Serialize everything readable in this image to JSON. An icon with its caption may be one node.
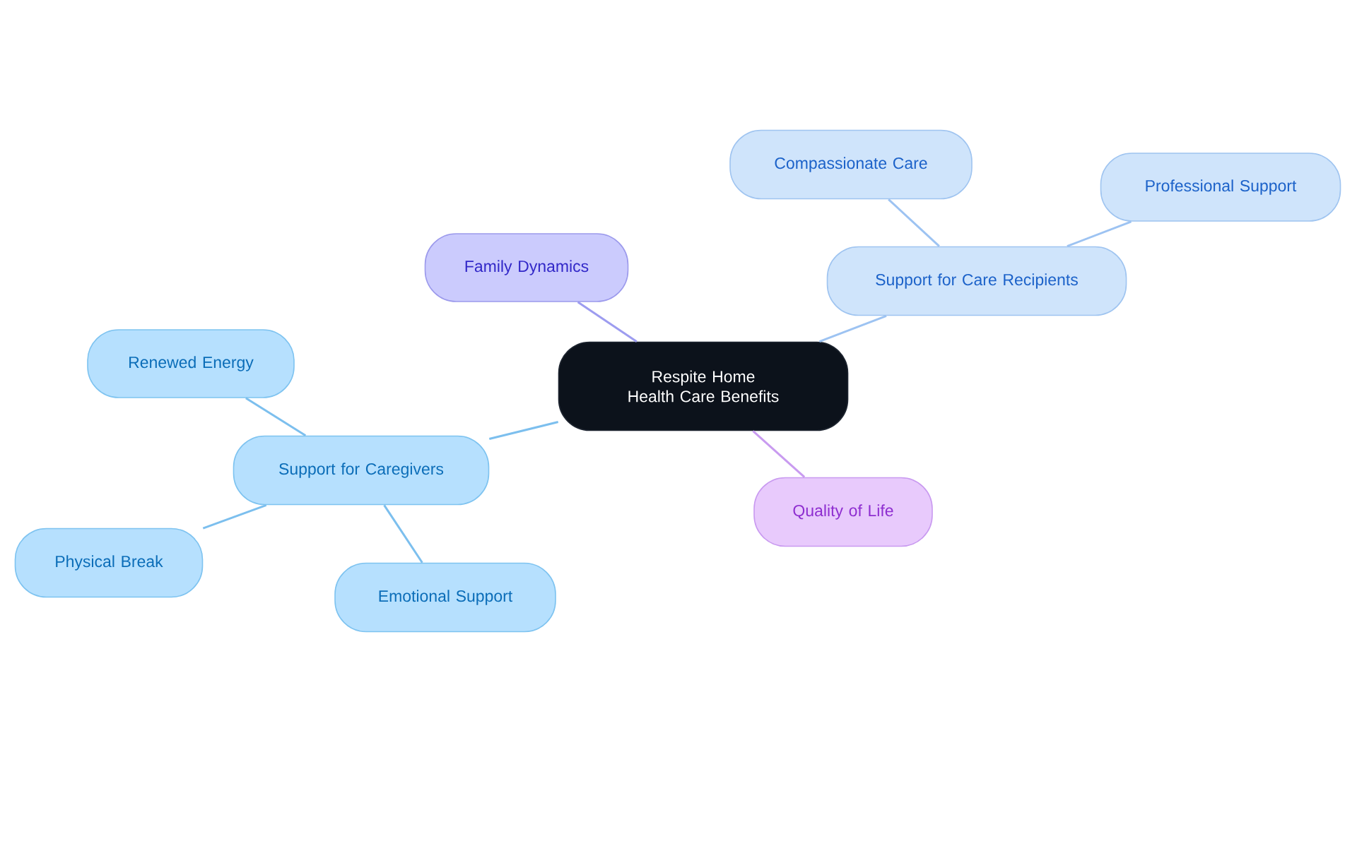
{
  "diagram": {
    "nodes": [
      {
        "text": [
          "Respite Home Health Care Benefits"
        ]
      },
      {
        "text": [
          "Support for Caregivers"
        ]
      },
      {
        "text": [
          "Renewed Energy"
        ]
      },
      {
        "text": [
          "Physical Break"
        ]
      },
      {
        "text": [
          "Emotional Support"
        ]
      },
      {
        "text": [
          "Family Dynamics"
        ]
      },
      {
        "text": [
          "Support for Care Recipients"
        ]
      },
      {
        "text": [
          "Compassionate Care"
        ]
      },
      {
        "text": [
          "Professional Support"
        ]
      },
      {
        "text": [
          "Quality of Life"
        ]
      }
    ],
    "edges": [
      {
        "from": 0,
        "to": 1,
        "arrow": "none"
      },
      {
        "from": 1,
        "to": 2,
        "arrow": "none"
      },
      {
        "from": 1,
        "to": 3,
        "arrow": "none"
      },
      {
        "from": 1,
        "to": 4,
        "arrow": "none"
      },
      {
        "from": 0,
        "to": 5,
        "arrow": "none",
        "color": "#9d9cf0"
      },
      {
        "from": 0,
        "to": 6,
        "arrow": "none",
        "color": "#9dc3f2"
      },
      {
        "from": 6,
        "to": 7,
        "arrow": "none",
        "color": "#9dc3f2"
      },
      {
        "from": 6,
        "to": 8,
        "arrow": "none",
        "color": "#9dc3f2"
      },
      {
        "from": 0,
        "to": 9,
        "arrow": "none",
        "color": "#c99bf0"
      }
    ]
  }
}
